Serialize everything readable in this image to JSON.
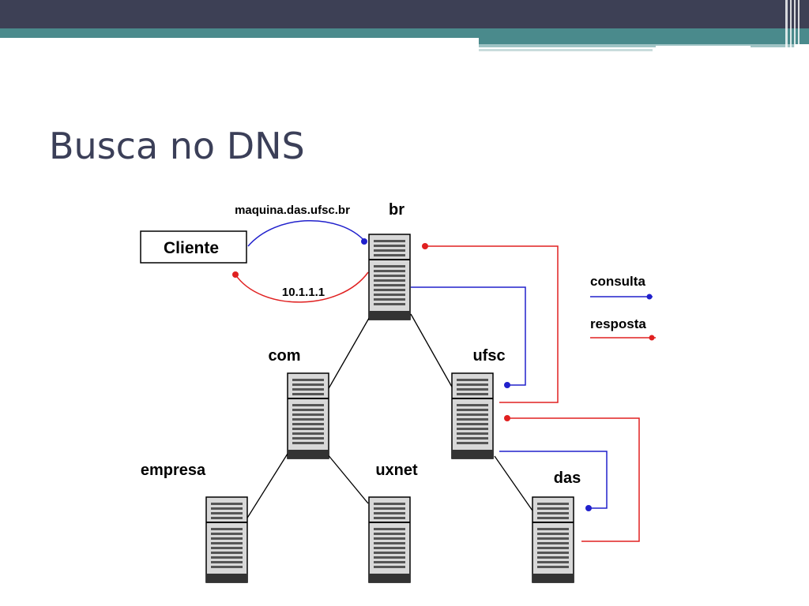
{
  "slide": {
    "title": "Busca no DNS"
  },
  "diagram": {
    "client_label": "Cliente",
    "query_name": "maquina.das.ufsc.br",
    "answer": "10.1.1.1",
    "servers": [
      {
        "id": "br",
        "label": "br"
      },
      {
        "id": "com",
        "label": "com"
      },
      {
        "id": "ufsc",
        "label": "ufsc"
      },
      {
        "id": "empresa",
        "label": "empresa"
      },
      {
        "id": "uxnet",
        "label": "uxnet"
      },
      {
        "id": "das",
        "label": "das"
      }
    ],
    "legend": [
      {
        "label": "consulta",
        "color": "#2020cc"
      },
      {
        "label": "resposta",
        "color": "#e02020"
      }
    ]
  },
  "colors": {
    "title": "#3b3f58",
    "top_band": "#3d4055",
    "accent_band": "#4a8a8c",
    "query": "#2020cc",
    "response": "#e02020"
  }
}
